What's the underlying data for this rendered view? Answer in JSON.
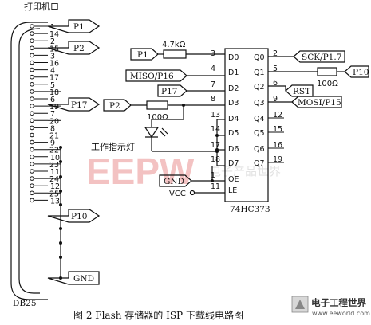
{
  "connector": {
    "title": "打印机口",
    "name": "DB25",
    "pins_left": [
      "1",
      "2",
      "3",
      "4",
      "5",
      "6",
      "7",
      "8",
      "9",
      "10",
      "11",
      "12",
      "13"
    ],
    "pins_right": [
      "14",
      "15",
      "16",
      "17",
      "18",
      "19",
      "20",
      "21",
      "22",
      "23",
      "24",
      "25"
    ]
  },
  "left_tags": {
    "p1": "P1",
    "p2": "P2",
    "p17": "P17",
    "p10": "P10",
    "gnd": "GND"
  },
  "chip": {
    "name": "74HC373",
    "left_labels": [
      "D0",
      "D1",
      "D2",
      "D3",
      "D4",
      "D5",
      "D6",
      "D7",
      "OE",
      "LE"
    ],
    "left_pins": [
      "3",
      "4",
      "7",
      "8",
      "13",
      "14",
      "17",
      "18",
      "1",
      "11"
    ],
    "right_labels": [
      "Q0",
      "Q1",
      "Q2",
      "Q3",
      "Q4",
      "Q5",
      "Q6",
      "Q7"
    ],
    "right_pins": [
      "2",
      "5",
      "6",
      "9",
      "12",
      "15",
      "16",
      "19"
    ]
  },
  "mid_tags": {
    "p1": "P1",
    "miso": "MISO/P16",
    "p17": "P17",
    "p2": "P2",
    "gnd": "GND",
    "vcc": "VCC"
  },
  "right_tags": {
    "sck": "SCK/P1.7",
    "p10": "P10",
    "rst": "RST",
    "mosi": "MOSI/P15"
  },
  "resistors": {
    "r1": "4.7kΩ",
    "r2": "100Ω",
    "r3": "100Ω"
  },
  "led": {
    "label": "工作指示灯"
  },
  "caption": "图 2   Flash 存储器的 ISP 下载线电路图",
  "watermark": {
    "main": "EEPW",
    "sub": "电子产品世界"
  },
  "logo": {
    "cn": "电子工程世界",
    "url": "www.eeworld.com.cn"
  }
}
